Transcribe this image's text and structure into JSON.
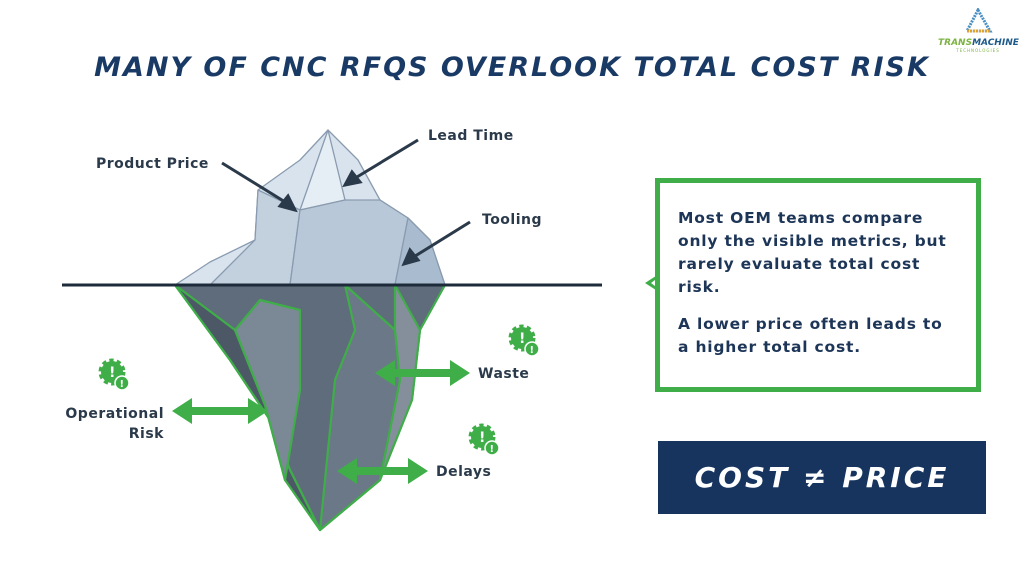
{
  "title": "Many of CNC RFQs Overlook Total Cost Risk",
  "logo": {
    "part1": "TRANS",
    "part2": "MACHINE",
    "sub": "TECHNOLOGIES"
  },
  "above_labels": {
    "product_price": "Product Price",
    "lead_time": "Lead Time",
    "tooling": "Tooling"
  },
  "below_labels": {
    "operational_risk_1": "Operational",
    "operational_risk_2": "Risk",
    "waste": "Waste",
    "delays": "Delays"
  },
  "callout": {
    "p1": "Most OEM teams compare only the visible metrics, but rarely evaluate total cost risk.",
    "p2": "A lower price often leads to a higher total cost."
  },
  "cost_box": "COST ≠ PRICE",
  "colors": {
    "navy": "#16345e",
    "green": "#3fae49",
    "ice": "#c9d6e3",
    "underwater": "#5d6b7a"
  }
}
